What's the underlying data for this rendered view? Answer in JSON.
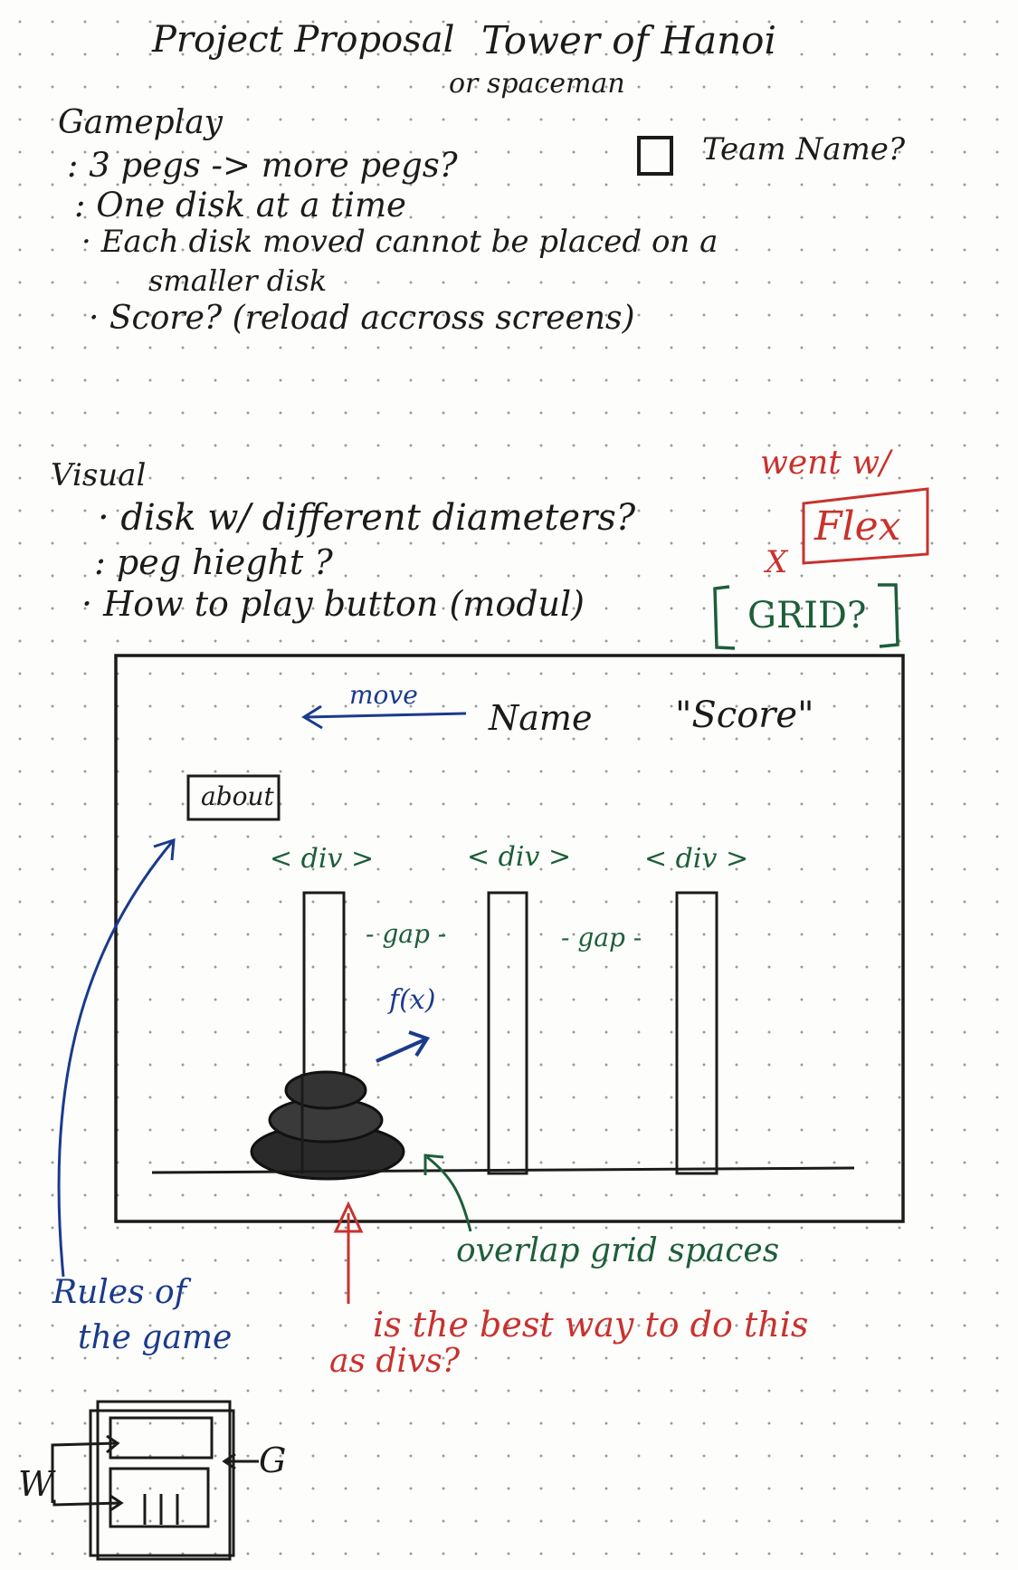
{
  "header": {
    "title": "Project Proposal",
    "subject": "Tower of Hanoi",
    "alternative": "or spaceman",
    "team_name": "Team Name?"
  },
  "gameplay": {
    "heading": "Gameplay",
    "items": [
      ": 3 pegs  ->  more pegs?",
      ": One disk at a time",
      "· Each disk moved cannot be placed on a",
      "smaller disk",
      "· Score? (reload accross screens)"
    ]
  },
  "visual": {
    "heading": "Visual",
    "items": [
      "· disk w/ different diameters?",
      ": peg hieght ?",
      "· How to play button (modul)"
    ]
  },
  "layout_notes": {
    "went_with": "went w/",
    "flex": "Flex",
    "x_mark": "X",
    "grid": "GRID?"
  },
  "mockup": {
    "move_label": "move",
    "name_label": "Name",
    "score_label": "\"Score\"",
    "about_button": "about",
    "div_labels": [
      "< div >",
      "< div >",
      "< div >"
    ],
    "gap_labels": [
      "- gap -",
      "- gap -"
    ],
    "function_label": "f(x)"
  },
  "annotations": {
    "overlap": "overlap grid spaces",
    "question_line1": "is the best way to do this",
    "question_line2": "as divs?",
    "rules_line1": "Rules of",
    "rules_line2": "the game"
  },
  "wireframe": {
    "left_label": "W",
    "right_label": "G"
  },
  "colors": {
    "black_ink": "#1b1b1b",
    "blue_ink": "#1a3a8c",
    "green_ink": "#1d5e3a",
    "red_ink": "#c8322e"
  }
}
